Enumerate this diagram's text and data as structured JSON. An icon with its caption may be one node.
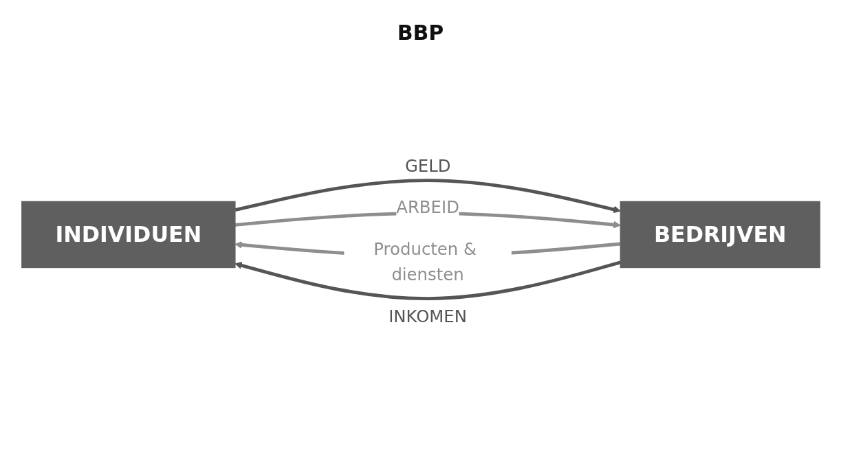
{
  "diagram": {
    "nodes": [
      {
        "text": [
          "INDIVIDUEN"
        ]
      },
      {
        "text": [
          "BEDRIJVEN"
        ]
      }
    ],
    "edges": [
      {
        "from": 1,
        "to": 0,
        "arrow": "to",
        "label": "Producten & diensten",
        "color": "#8e8e8e"
      },
      {
        "from": 0,
        "to": 1,
        "arrow": "to",
        "label": "GELD"
      },
      {
        "from": 1,
        "to": 0,
        "arrow": "to",
        "label": "INKOMEN"
      },
      {
        "from": 0,
        "to": 1,
        "arrow": "to",
        "label": "ARBEID",
        "color": "#8e8e8e"
      }
    ],
    "labels": [
      "BBP"
    ]
  }
}
